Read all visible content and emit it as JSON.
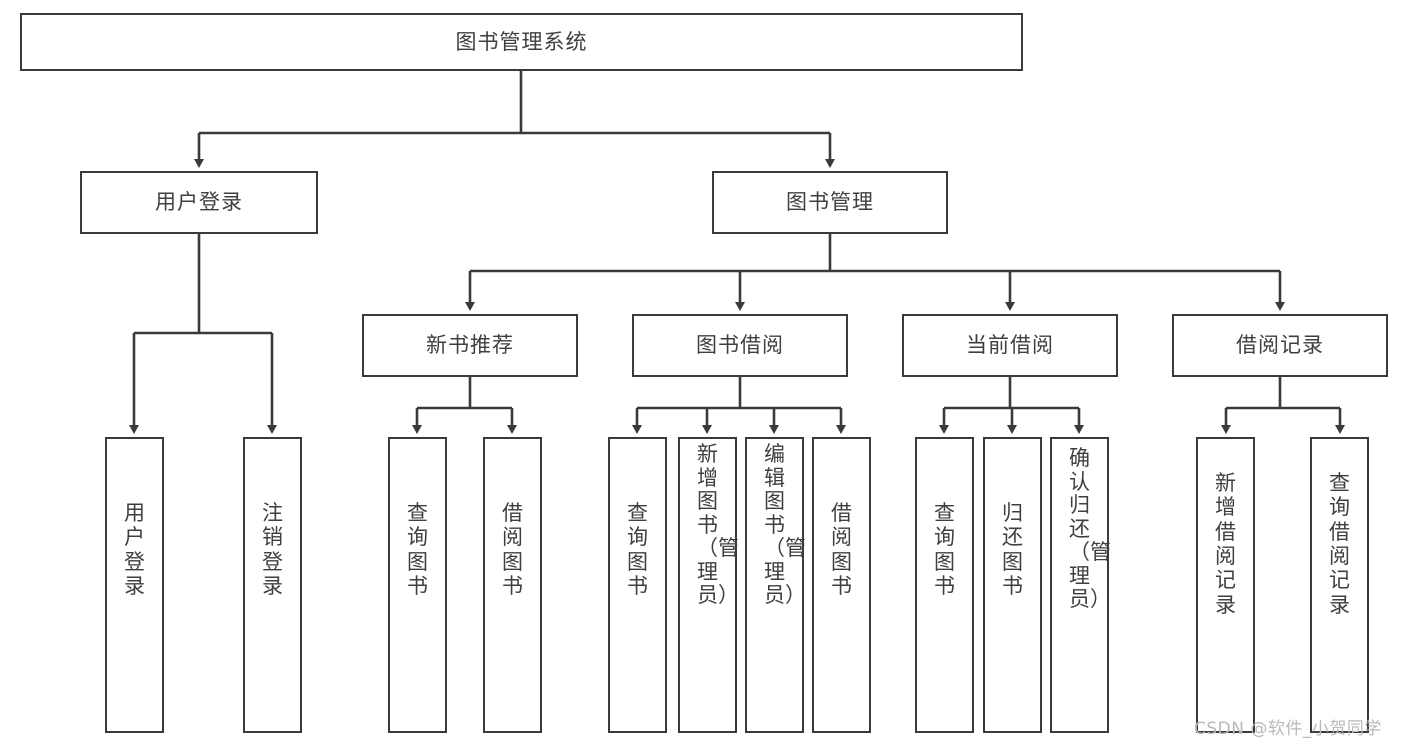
{
  "diagram": {
    "title": "图书管理系统",
    "watermark": "CSDN @软件_小贺同学",
    "colors": {
      "stroke": "#3a3a3a",
      "text": "#3f3f3f",
      "background": "#ffffff",
      "watermark": "#b9b9b9"
    },
    "root": {
      "label": "图书管理系统"
    },
    "level1": [
      {
        "label": "用户登录"
      },
      {
        "label": "图书管理"
      }
    ],
    "level2": [
      {
        "label": "新书推荐"
      },
      {
        "label": "图书借阅"
      },
      {
        "label": "当前借阅"
      },
      {
        "label": "借阅记录"
      }
    ],
    "leaves": {
      "user_login": [
        {
          "label": "用户登录"
        },
        {
          "label": "注销登录"
        }
      ],
      "new_book_recommend": [
        {
          "label": "查询图书"
        },
        {
          "label": "借阅图书"
        }
      ],
      "book_borrow": [
        {
          "label": "查询图书"
        },
        {
          "label": "新增图书（管理员）"
        },
        {
          "label": "编辑图书（管理员）"
        },
        {
          "label": "借阅图书"
        }
      ],
      "current_borrow": [
        {
          "label": "查询图书"
        },
        {
          "label": "归还图书"
        },
        {
          "label": "确认归还（管理员）"
        }
      ],
      "borrow_records": [
        {
          "label": "新增借阅记录"
        },
        {
          "label": "查询借阅记录"
        }
      ]
    }
  }
}
